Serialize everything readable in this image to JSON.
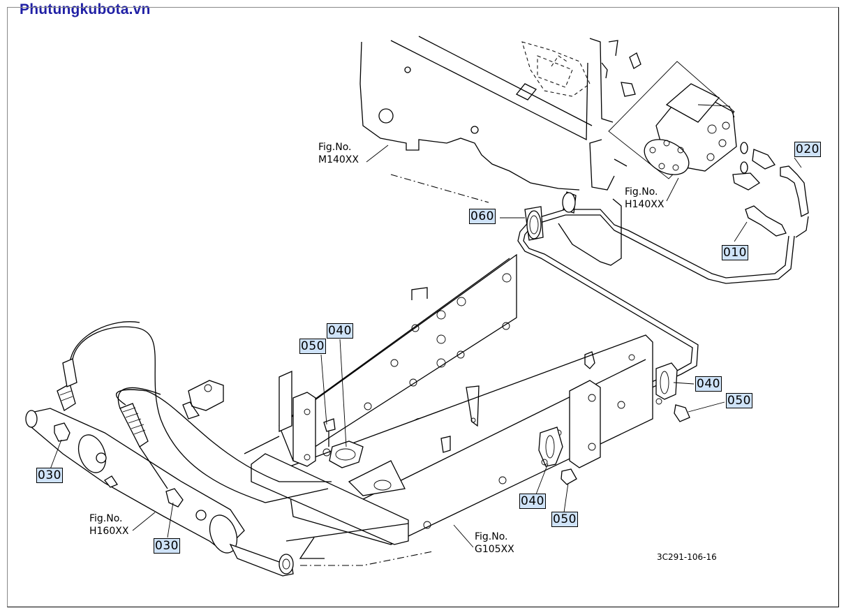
{
  "brand": "Phutungkubota.vn",
  "figure_refs": [
    {
      "id": "m140",
      "line1": "Fig.No.",
      "line2": "M140XX"
    },
    {
      "id": "h140",
      "line1": "Fig.No.",
      "line2": "H140XX"
    },
    {
      "id": "h160",
      "line1": "Fig.No.",
      "line2": "H160XX"
    },
    {
      "id": "g105",
      "line1": "Fig.No.",
      "line2": "G105XX"
    }
  ],
  "part_labels": [
    {
      "id": "p020",
      "text": "020"
    },
    {
      "id": "p060",
      "text": "060"
    },
    {
      "id": "p010",
      "text": "010"
    },
    {
      "id": "p050a",
      "text": "050"
    },
    {
      "id": "p040a",
      "text": "040"
    },
    {
      "id": "p040b",
      "text": "040"
    },
    {
      "id": "p050b",
      "text": "050"
    },
    {
      "id": "p040c",
      "text": "040"
    },
    {
      "id": "p050c",
      "text": "050"
    },
    {
      "id": "p030a",
      "text": "030"
    },
    {
      "id": "p030b",
      "text": "030"
    }
  ],
  "drawing_code": "3C291-106-16",
  "colors": {
    "brand": "#1f1fa5",
    "label_bg": "#cfe3f8"
  }
}
